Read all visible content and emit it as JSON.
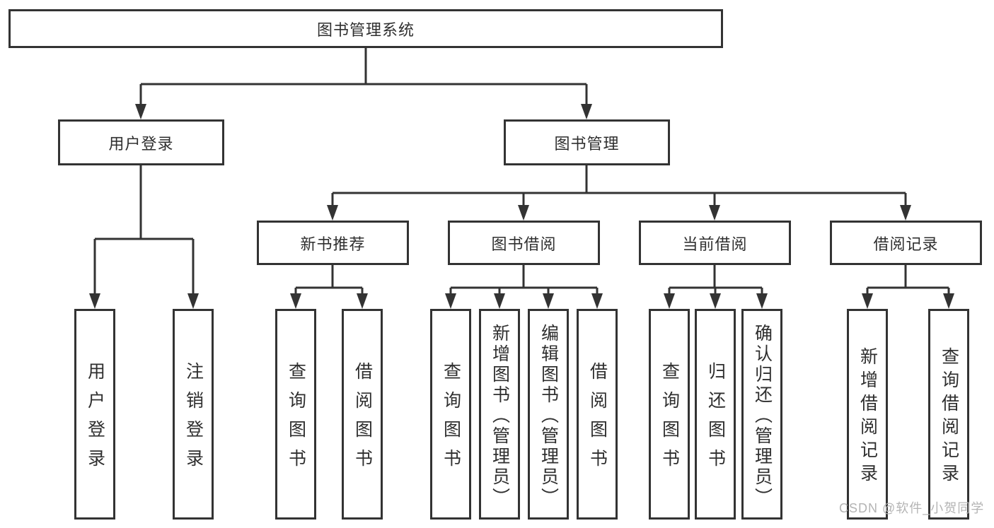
{
  "diagram_type": "org-tree",
  "tree": {
    "label": "图书管理系统",
    "children": [
      {
        "label": "用户登录",
        "children": [
          {
            "label": "用户登录"
          },
          {
            "label": "注销登录"
          }
        ]
      },
      {
        "label": "图书管理",
        "children": [
          {
            "label": "新书推荐",
            "children": [
              {
                "label": "查询图书"
              },
              {
                "label": "借阅图书"
              }
            ]
          },
          {
            "label": "图书借阅",
            "children": [
              {
                "label": "查询图书"
              },
              {
                "label": "新增图书（管理员）"
              },
              {
                "label": "编辑图书（管理员）"
              },
              {
                "label": "借阅图书"
              }
            ]
          },
          {
            "label": "当前借阅",
            "children": [
              {
                "label": "查询图书"
              },
              {
                "label": "归还图书"
              },
              {
                "label": "确认归还（管理员）"
              }
            ]
          },
          {
            "label": "借阅记录",
            "children": [
              {
                "label": "新增借阅记录"
              },
              {
                "label": "查询借阅记录"
              }
            ]
          }
        ]
      }
    ]
  },
  "watermark": {
    "text": "CSDN @软件_小贺同学"
  },
  "colors": {
    "line": "#333333",
    "box_border": "#333333",
    "box_fill": "#ffffff",
    "text": "#2f2f2f",
    "watermark": "#b4b4b4",
    "background": "#ffffff"
  }
}
